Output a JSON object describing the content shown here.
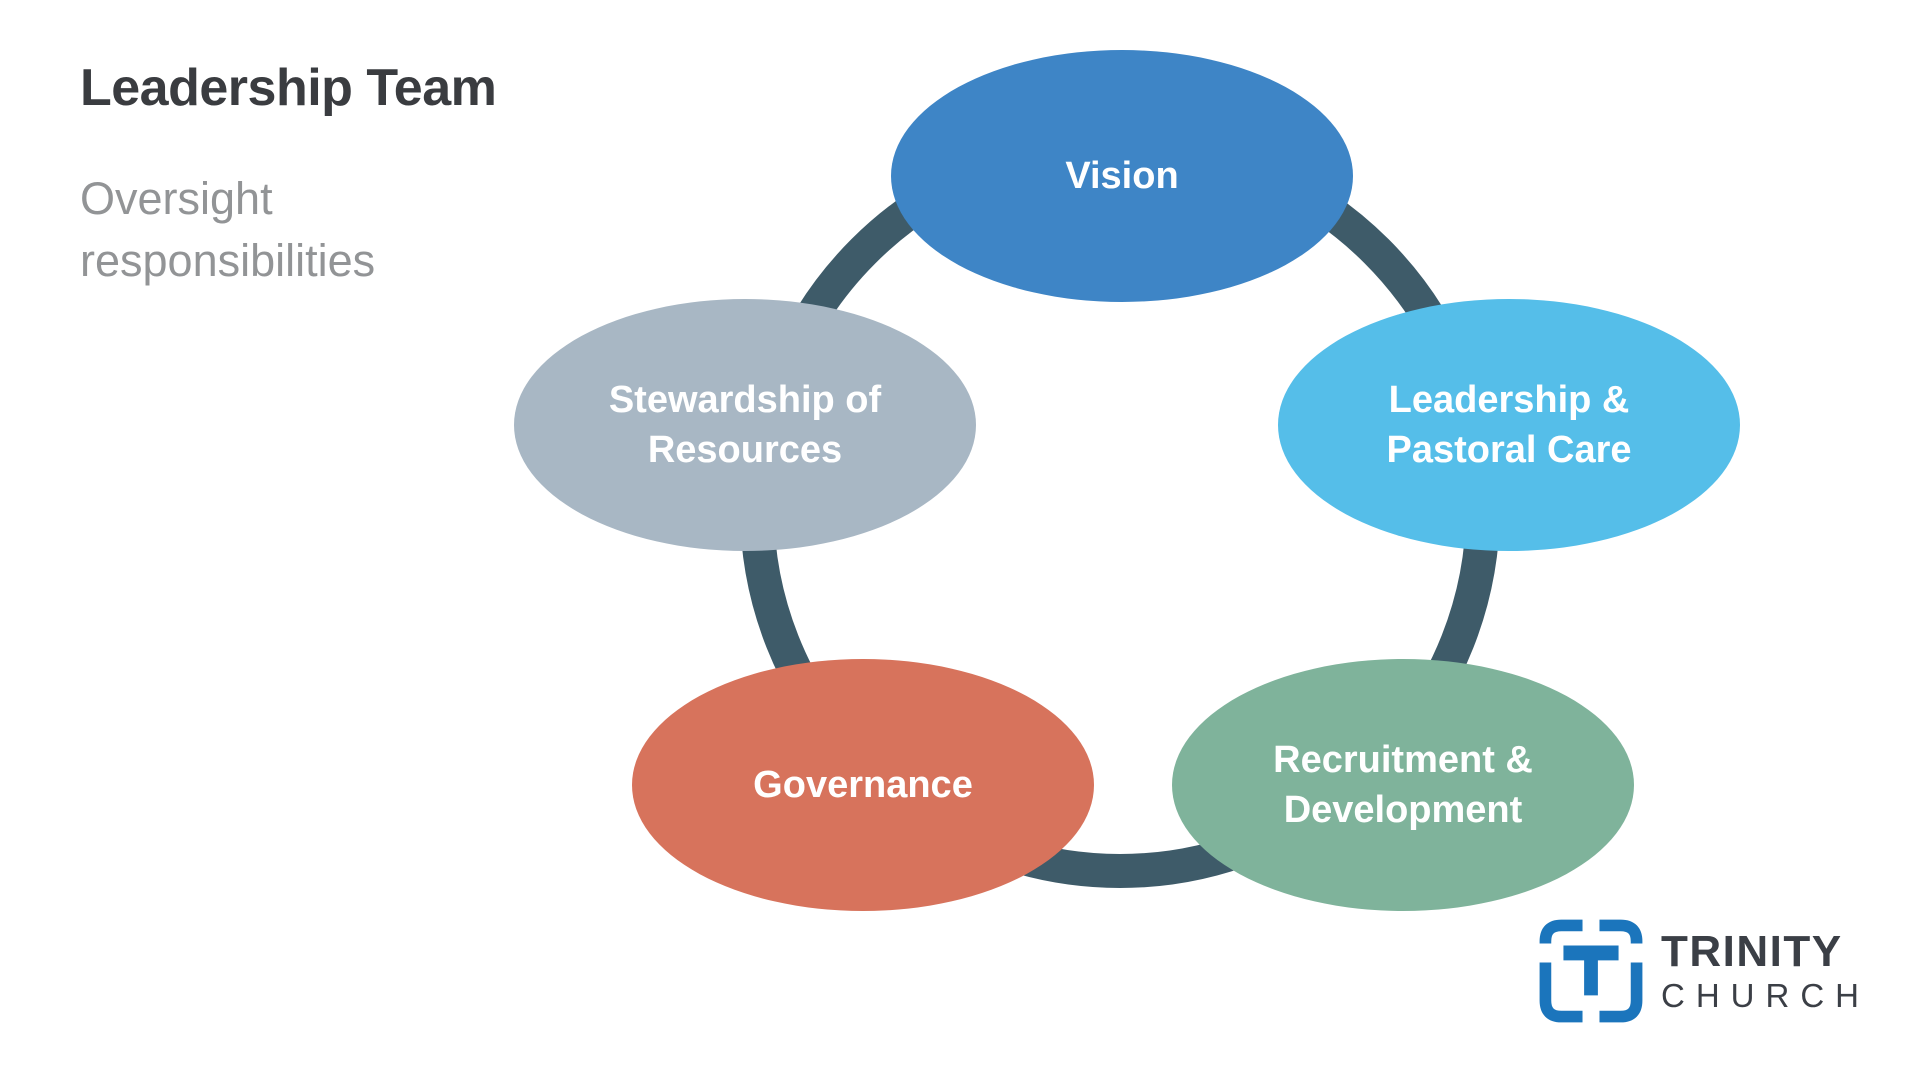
{
  "header": {
    "title": "Leadership Team",
    "subtitle": "Oversight responsibilities",
    "subtitle_line1": "Oversight",
    "subtitle_line2": "responsibilities"
  },
  "diagram": {
    "type": "cycle",
    "ring_color": "#3e5b69",
    "label_text_color": "#ffffff",
    "nodes": [
      {
        "id": "vision",
        "label": "Vision",
        "label_lines": [
          "Vision"
        ],
        "color": "#3e85c6"
      },
      {
        "id": "leadership-pastoral-care",
        "label": "Leadership & Pastoral Care",
        "label_lines": [
          "Leadership &",
          "Pastoral Care"
        ],
        "color": "#55bee9"
      },
      {
        "id": "recruitment-development",
        "label": "Recruitment & Development",
        "label_lines": [
          "Recruitment &",
          "Development"
        ],
        "color": "#7fb39b"
      },
      {
        "id": "governance",
        "label": "Governance",
        "label_lines": [
          "Governance"
        ],
        "color": "#d7735c"
      },
      {
        "id": "stewardship-of-resources",
        "label": "Stewardship of Resources",
        "label_lines": [
          "Stewardship of",
          "Resources"
        ],
        "color": "#a8b7c4"
      }
    ]
  },
  "logo": {
    "mark_icon": "trinity-t-mark",
    "brand_color": "#1b75bc",
    "name": "TRINITY",
    "subname": "CHURCH",
    "text_color": "#3b3f46"
  }
}
